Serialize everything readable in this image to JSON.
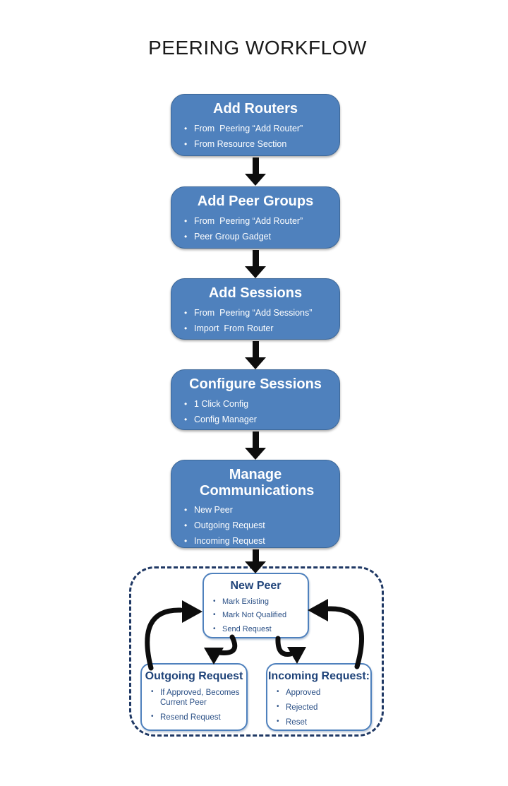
{
  "page": {
    "title": "PEERING WORKFLOW"
  },
  "colors": {
    "flow_box_fill": "#4F81BD",
    "flow_box_border": "#3D6899",
    "detail_box_border": "#4F81BD",
    "dashed_border_navy": "#1F3864",
    "detail_text_navy": "#1F4379",
    "arrow_black": "#0D0D0D",
    "flow_text_white": "#FFFFFF"
  },
  "flow_boxes": [
    {
      "title": "Add Routers",
      "bullets": [
        "From  Peering “Add Router”",
        "From Resource Section"
      ]
    },
    {
      "title": "Add Peer Groups",
      "bullets": [
        "From  Peering “Add Router”",
        "Peer Group Gadget"
      ]
    },
    {
      "title": "Add Sessions",
      "bullets": [
        "From  Peering “Add Sessions”",
        "Import  From Router"
      ]
    },
    {
      "title": "Configure Sessions",
      "bullets": [
        "1 Click Config",
        "Config Manager"
      ]
    },
    {
      "title": "Manage Communications",
      "bullets": [
        "New Peer",
        "Outgoing Request",
        "Incoming Request"
      ]
    }
  ],
  "detail_boxes": {
    "new_peer": {
      "title": "New Peer",
      "bullets": [
        "Mark Existing",
        "Mark Not Qualified",
        "Send Request"
      ]
    },
    "outgoing": {
      "title": "Outgoing Request",
      "bullets": [
        "If Approved, Becomes Current Peer",
        "Resend Request"
      ]
    },
    "incoming": {
      "title": "Incoming Request:",
      "bullets": [
        "Approved",
        "Rejected",
        "Reset"
      ]
    }
  }
}
